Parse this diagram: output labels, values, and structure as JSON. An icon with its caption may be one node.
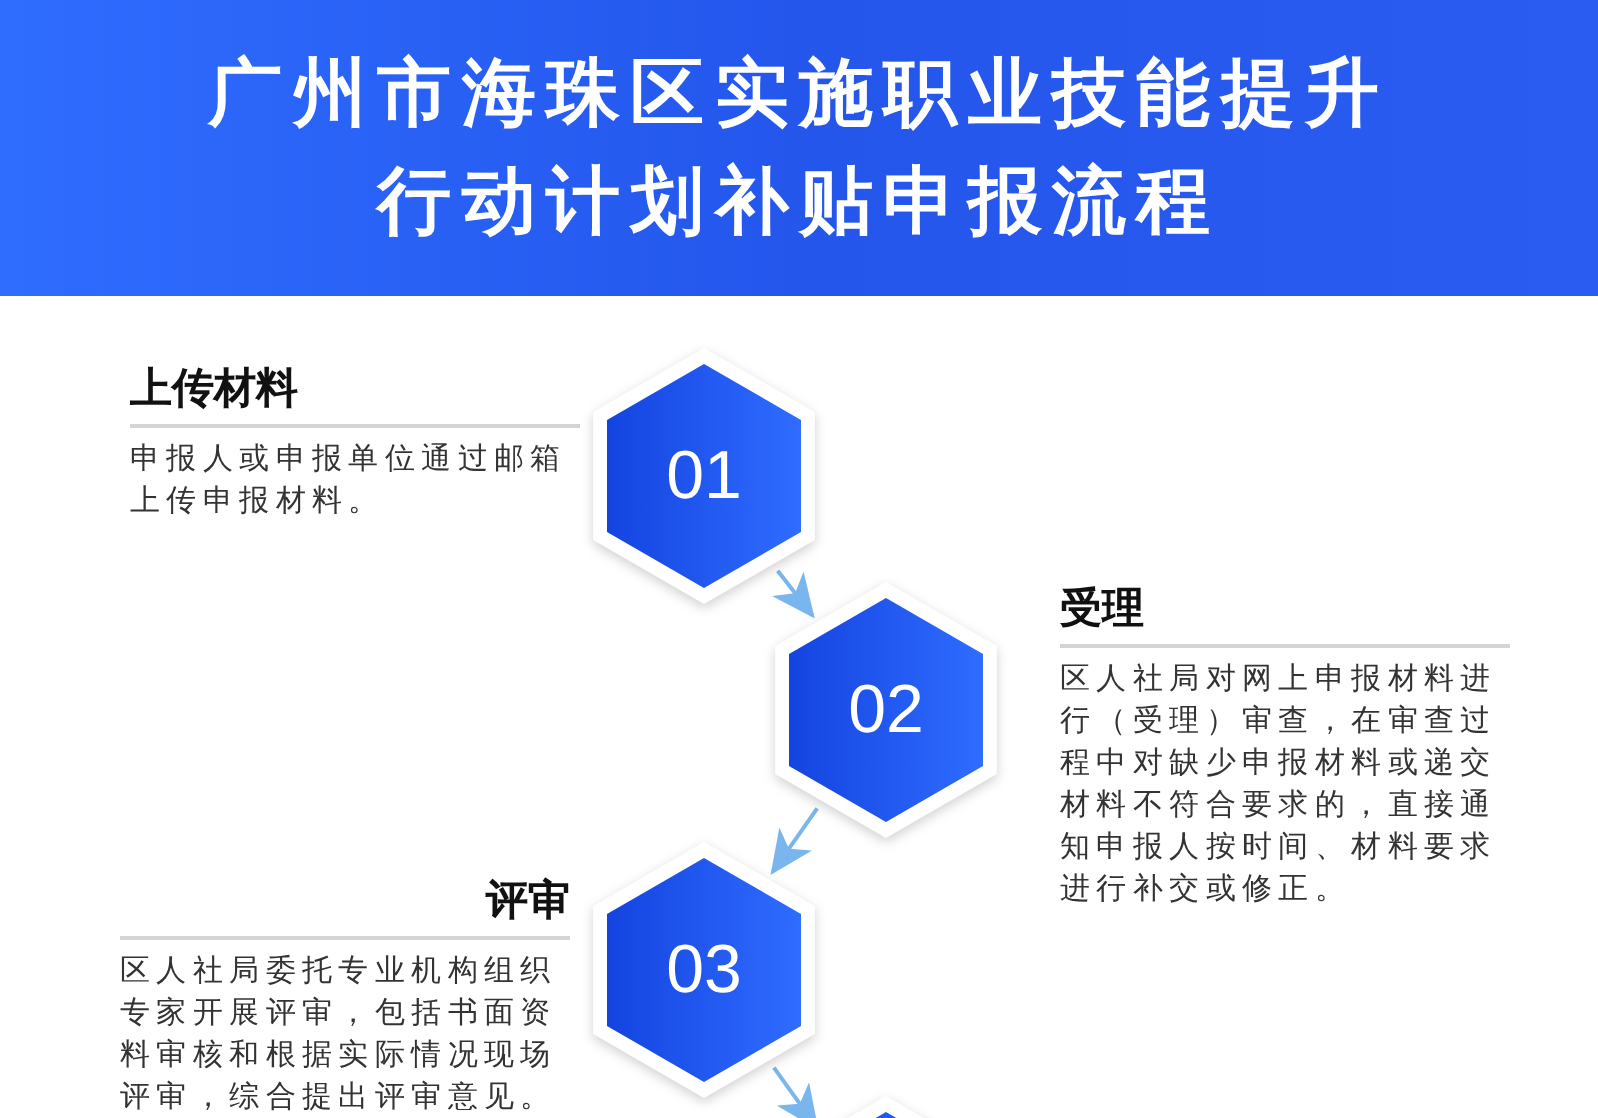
{
  "diagram": {
    "title": "广州市海珠区实施职业技能提升行动计划补贴申报流程",
    "nodes": [
      {
        "text": [
          "01"
        ],
        "beside": [
          "上传材料",
          "申报人或申报单位通过邮箱上传申报材料。"
        ]
      },
      {
        "text": [
          "02"
        ],
        "beside": [
          "受理",
          "区人社局对网上申报材料进行（受理）审查，在审查过程中对缺少申报材料或递交材料不符合要求的，直接通知申报人按时间、材料要求进行补交或修正。"
        ]
      },
      {
        "text": [
          "03"
        ],
        "beside": [
          "评审",
          "区人社局委托专业机构组织专家开展评审，包括书面资料审核和根据实际情况现场评审，综合提出评审意见。"
        ]
      },
      {
        "text": [],
        "shape": "hexagon"
      }
    ],
    "edges": [
      {
        "from": 0,
        "to": 1,
        "arrow": "to"
      },
      {
        "from": 1,
        "to": 2,
        "arrow": "to"
      },
      {
        "from": 2,
        "to": 3,
        "arrow": "to"
      }
    ]
  }
}
